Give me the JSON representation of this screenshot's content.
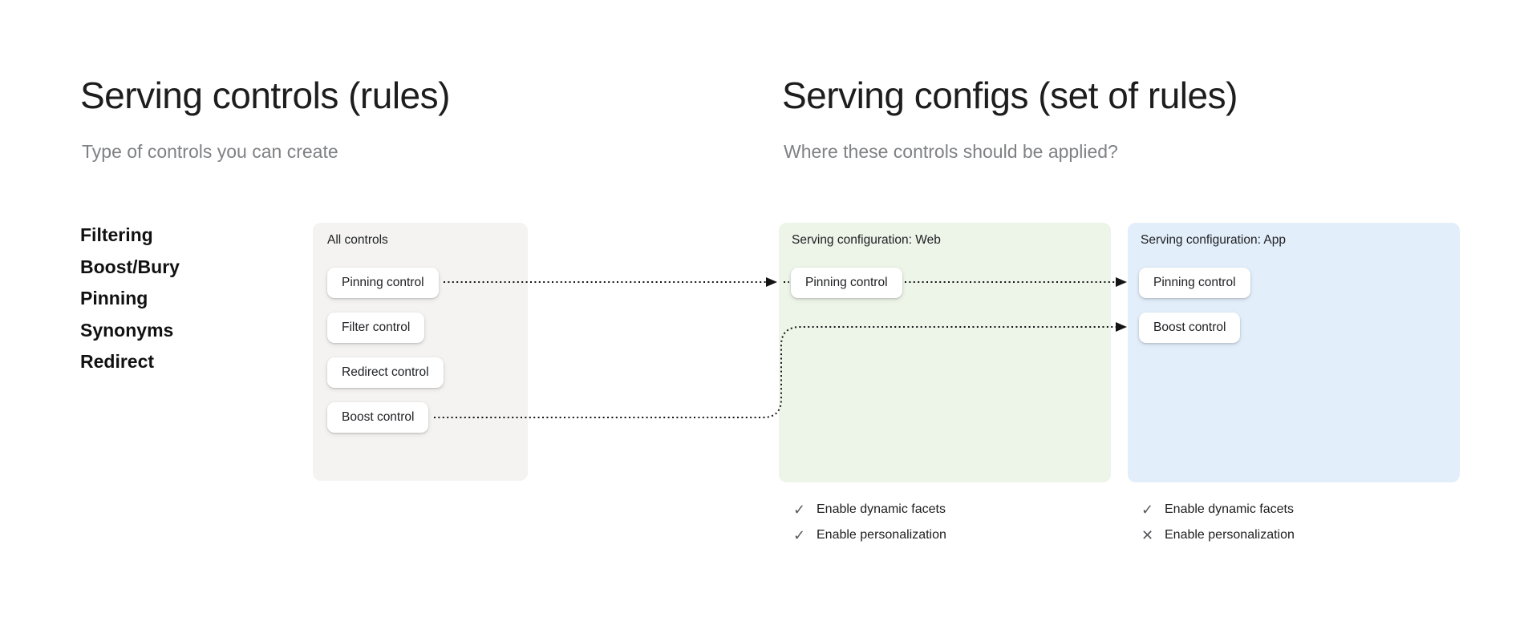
{
  "left_section": {
    "title": "Serving controls (rules)",
    "subtitle": "Type of controls you can create",
    "control_types": [
      "Filtering",
      "Boost/Bury",
      "Pinning",
      "Synonyms",
      "Redirect"
    ],
    "all_controls_card": {
      "label": "All controls",
      "bg": "#f4f3f1",
      "controls": [
        "Pinning control",
        "Filter control",
        "Redirect control",
        "Boost control"
      ]
    }
  },
  "right_section": {
    "title": "Serving configs (set of rules)",
    "subtitle": "Where these controls should be applied?",
    "web_config": {
      "label": "Serving configuration: Web",
      "bg": "#edf4e8",
      "controls": [
        "Pinning control"
      ],
      "features": [
        {
          "icon": "check-icon",
          "glyph": "✓",
          "label": "Enable dynamic facets"
        },
        {
          "icon": "check-icon",
          "glyph": "✓",
          "label": "Enable personalization"
        }
      ]
    },
    "app_config": {
      "label": "Serving configuration: App",
      "bg": "#e2eefa",
      "controls": [
        "Pinning control",
        "Boost control"
      ],
      "features": [
        {
          "icon": "check-icon",
          "glyph": "✓",
          "label": "Enable dynamic facets"
        },
        {
          "icon": "cross-icon",
          "glyph": "✕",
          "label": "Enable personalization"
        }
      ]
    }
  },
  "colors": {
    "arrow": "#141414",
    "title": "#1d1d1d",
    "subtitle": "#7f8184",
    "icon": "#55585c"
  }
}
